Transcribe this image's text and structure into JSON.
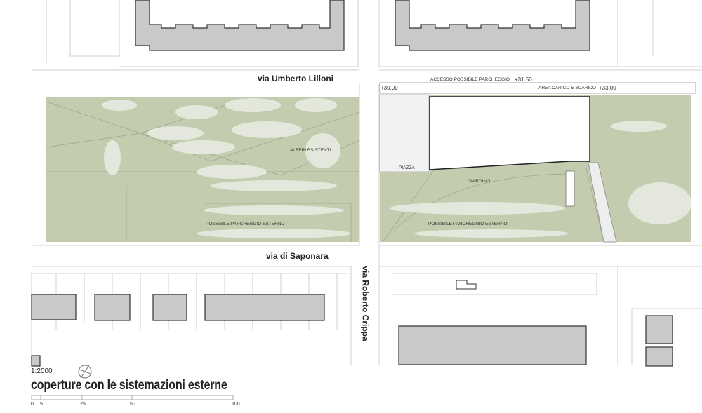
{
  "streets": {
    "north": "via Umberto Lilloni",
    "south": "via di Saponara",
    "east": "via Roberto Crippa"
  },
  "areas": {
    "trees": "ALBERI ESISTENTI",
    "parking_left": "POSSIBILE PARCHEGGIO ESTERNO",
    "parking_right": "POSSIBILE PARCHEGGIO ESTERNO",
    "piazza": "PIAZZA",
    "garden": "GIARDINO",
    "access": "ACCESSO POSSIBILE PARCHEGGIO",
    "loading": "AREA CARICO E SCARICO"
  },
  "levels": {
    "west": "+30.00",
    "middle": "+31.50",
    "east": "+33.00"
  },
  "legend": {
    "scale": "1:2000",
    "title": "coperture con le sistemazioni esterne",
    "ticks": [
      "0",
      "5",
      "25",
      "50",
      "100"
    ]
  },
  "colors": {
    "park": "#c3ccae",
    "building": "#c9c9c9",
    "tree": "#e4e8dc"
  }
}
